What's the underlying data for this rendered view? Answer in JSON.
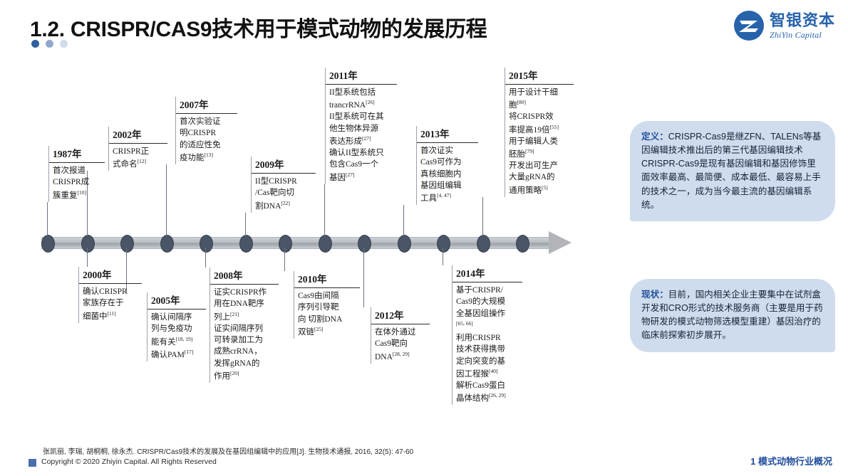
{
  "header": {
    "title": "1.2. CRISPR/CAS9技术用于模式动物的发展历程",
    "dot_colors": [
      "#2e5f9e",
      "#8fa9cc",
      "#cfdcec"
    ]
  },
  "logo": {
    "cn": "智银资本",
    "en": "ZhiYin Capital",
    "color": "#2763ab",
    "mark": "circle-z-logo-icon"
  },
  "timeline": {
    "events_above": [
      {
        "year": "1987年",
        "lines": [
          "首次报道",
          "CRISPR成",
          "簇重复[10]"
        ]
      },
      {
        "year": "2002年",
        "lines": [
          "CRISPR正",
          "式命名[12]"
        ]
      },
      {
        "year": "2007年",
        "lines": [
          "首次实验证",
          "明CRISPR",
          "的适应性免",
          "疫功能[13]"
        ]
      },
      {
        "year": "2009年",
        "lines": [
          "II型CRISPR",
          "/Cas靶向切",
          "割DNA[22]"
        ]
      },
      {
        "year": "2011年",
        "lines": [
          "II型系统包括",
          "trancrRNA[26]",
          "II型系统可在其",
          "他生物体异源",
          "表达形成[27]",
          "确认II型系统只",
          "包含Cas9一个",
          "基因[27]"
        ]
      },
      {
        "year": "2013年",
        "lines": [
          "首次证实",
          "Cas9可作为",
          "真核细胞内",
          "基因组编辑",
          "工具[4, 47]"
        ]
      },
      {
        "year": "2015年",
        "lines": [
          "用于设计干细",
          "胞[80]",
          "将CRISPR效",
          "率提高19倍[55]",
          "用于编辑人类",
          "胚胎[79]",
          "开发出可生产",
          "大量gRNA的",
          "通用策略[5]"
        ]
      }
    ],
    "events_below": [
      {
        "year": "2000年",
        "lines": [
          "确认CRISPR",
          "家族存在于",
          "细菌中[11]"
        ]
      },
      {
        "year": "2005年",
        "lines": [
          "确认间隔序",
          "列与免疫功",
          "能有关[18, 19]",
          "确认PAM[17]"
        ]
      },
      {
        "year": "2008年",
        "lines": [
          "证实CRISPR作",
          "用在DNA靶序",
          "列上[21]",
          "证实间隔序列",
          "可转录加工为",
          "成熟crRNA，",
          "发挥gRNA的",
          "作用[20]"
        ]
      },
      {
        "year": "2010年",
        "lines": [
          "Cas9由间隔",
          "序列引导靶",
          "向 切割DNA",
          "双链[25]"
        ]
      },
      {
        "year": "2012年",
        "lines": [
          "在体外通过",
          "Cas9靶向",
          "DNA[28, 29]"
        ]
      },
      {
        "year": "2014年",
        "lines": [
          "基于CRISPR/",
          "Cas9的大规模",
          "全基因组操作",
          "[65, 66]",
          "利用CRISPR",
          "技术获得携带",
          "定向突变的基",
          "因工程猴[40]",
          "解析Cas9蛋白",
          "晶体结构[26, 29]"
        ]
      }
    ],
    "node_count": 13
  },
  "callouts": {
    "definition": {
      "label": "定义：",
      "text": "CRISPR-Cas9是继ZFN、TALENs等基因编辑技术推出后的第三代基因编辑技术CRISPR-Cas9是现有基因编辑和基因修饰里面效率最高、最简便、成本最低、最容易上手的技术之一，成为当今最主流的基因编辑系统。"
    },
    "status": {
      "label": "现状：",
      "text": "目前，国内相关企业主要集中在试剂盒开发和CRO形式的技术服务商（主要是用于药物研发的模式动物筛选模型重建）基因治疗的临床前探索初步展开。"
    },
    "bg_color": "#cfdced"
  },
  "footer": {
    "source": "张凯丽, 李瑞, 胡桐桐, 徐永杰. CRISPR/Cas9技术的发展及在基因组编辑中的应用[J]. 生物技术通报, 2016, 32(5): 47-60",
    "copyright": "Copyright © 2020  Zhiyin Capital. All Rights Reserved",
    "section": "1 模式动物行业概况"
  }
}
